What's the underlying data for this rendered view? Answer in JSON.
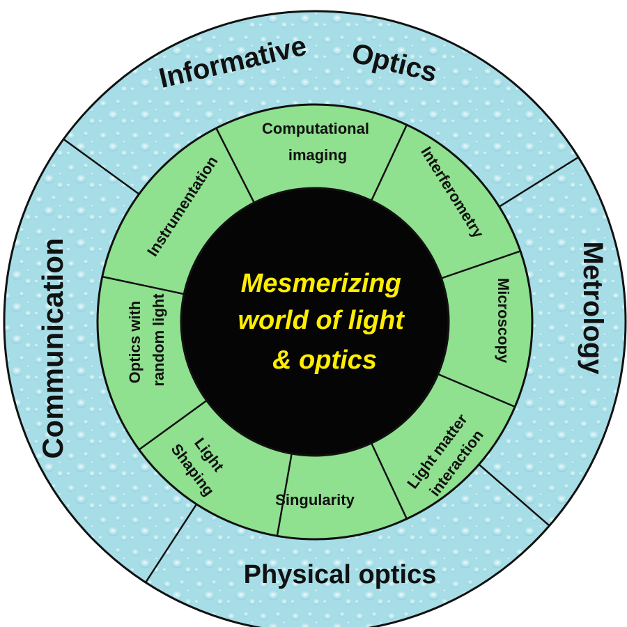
{
  "center": {
    "lines": [
      "Mesmerizing",
      "world of light",
      "& optics"
    ]
  },
  "outer_ring": {
    "labels": [
      "Informative",
      "Optics",
      "Metrology",
      "Physical optics",
      "Communication"
    ]
  },
  "inner_ring": {
    "segments": [
      {
        "lines": [
          "Computational",
          "imaging"
        ]
      },
      {
        "lines": [
          "Interferometry"
        ]
      },
      {
        "lines": [
          "Microscopy"
        ]
      },
      {
        "lines": [
          "Light matter",
          "interaction"
        ]
      },
      {
        "lines": [
          "Singularity"
        ]
      },
      {
        "lines": [
          "Light",
          "Shaping"
        ]
      },
      {
        "lines": [
          "Optics with",
          "random light"
        ]
      },
      {
        "lines": [
          "Instrumentation"
        ]
      }
    ]
  },
  "colors": {
    "outer_ring_fill": "#a6dde6",
    "outer_ring_highlight": "#d4f1f5",
    "inner_ring_fill": "#8fe08f",
    "center_fill": "#050505",
    "center_text": "#ffee00",
    "stroke": "#111111"
  }
}
